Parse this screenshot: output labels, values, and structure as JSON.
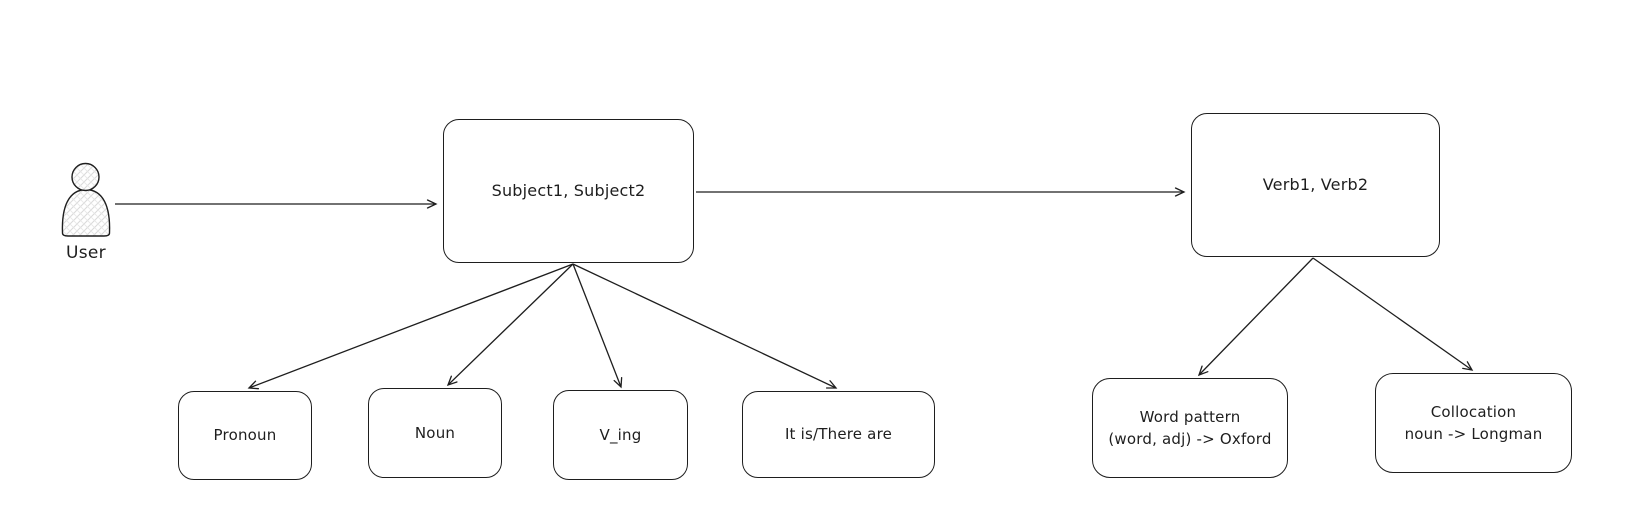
{
  "diagram": {
    "title": "sentence-structure-flow",
    "colors": {
      "stroke": "#1e1e1e",
      "background": "#ffffff",
      "user_hatch_fill": "#d9d9d9"
    },
    "user": {
      "label": "User"
    },
    "nodes": {
      "subject": {
        "label": "Subject1, Subject2"
      },
      "verb": {
        "label": "Verb1, Verb2"
      },
      "pronoun": {
        "label": "Pronoun"
      },
      "noun": {
        "label": "Noun"
      },
      "v_ing": {
        "label": "V_ing"
      },
      "it_is": {
        "label": "It is/There are"
      },
      "word_pattern": {
        "lines": [
          "Word pattern",
          "(word, adj) -> Oxford"
        ]
      },
      "collocation": {
        "lines": [
          "Collocation",
          "noun -> Longman"
        ]
      }
    },
    "edges": [
      {
        "from": "user",
        "to": "subject"
      },
      {
        "from": "subject",
        "to": "verb"
      },
      {
        "from": "subject",
        "to": "pronoun"
      },
      {
        "from": "subject",
        "to": "noun"
      },
      {
        "from": "subject",
        "to": "v_ing"
      },
      {
        "from": "subject",
        "to": "it_is"
      },
      {
        "from": "verb",
        "to": "word_pattern"
      },
      {
        "from": "verb",
        "to": "collocation"
      }
    ]
  }
}
